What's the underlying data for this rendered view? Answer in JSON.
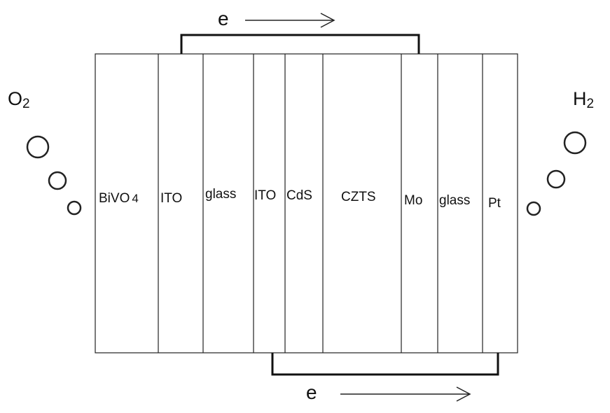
{
  "layers": [
    {
      "label": "BiVO",
      "sub": "4"
    },
    {
      "label": "ITO",
      "sub": ""
    },
    {
      "label": "glass",
      "sub": ""
    },
    {
      "label": "ITO",
      "sub": ""
    },
    {
      "label": "CdS",
      "sub": ""
    },
    {
      "label": "CZTS",
      "sub": ""
    },
    {
      "label": "Mo",
      "sub": ""
    },
    {
      "label": "glass",
      "sub": ""
    },
    {
      "label": "Pt",
      "sub": ""
    }
  ],
  "electron_top": "e",
  "electron_bottom": "e",
  "gas_left": {
    "text": "O",
    "sub": "2"
  },
  "gas_right": {
    "text": "H",
    "sub": "2"
  }
}
